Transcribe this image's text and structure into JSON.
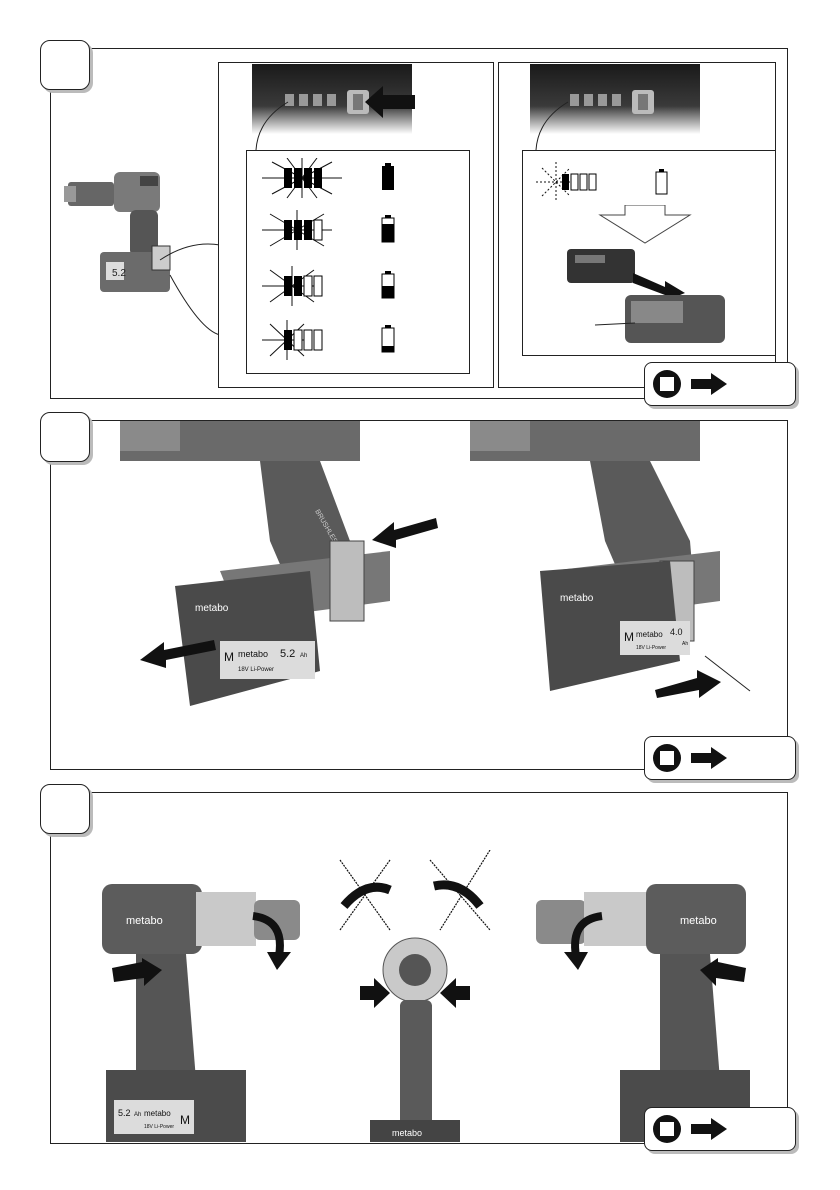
{
  "section1": {
    "battery_left": {
      "capacity_label": "5.2"
    },
    "ref_icon": "manual-book-icon",
    "arrow_icon": "arrow-right-icon"
  },
  "section2": {
    "battery_left": {
      "brand": "metabo",
      "capacity": "5.2",
      "unit": "Ah",
      "voltage": "18V Li-Power",
      "type_letter": "M"
    },
    "battery_right": {
      "brand": "metabo",
      "capacity": "4.0",
      "unit": "Ah",
      "voltage": "18V Li-Power",
      "type_letter": "M"
    },
    "drill_text": "BRUSHLESS TECHNOLOGY",
    "ref_icon": "manual-book-icon",
    "arrow_icon": "arrow-right-icon"
  },
  "section3": {
    "drill_left": {
      "brand": "metabo",
      "battery_capacity": "5.2",
      "battery_unit": "Ah",
      "voltage": "18V Li-Power",
      "type_letter": "M"
    },
    "drill_middle": {
      "brand": "metabo"
    },
    "drill_right": {
      "brand": "metabo"
    },
    "ref_icon": "manual-book-icon",
    "arrow_icon": "arrow-right-icon"
  }
}
